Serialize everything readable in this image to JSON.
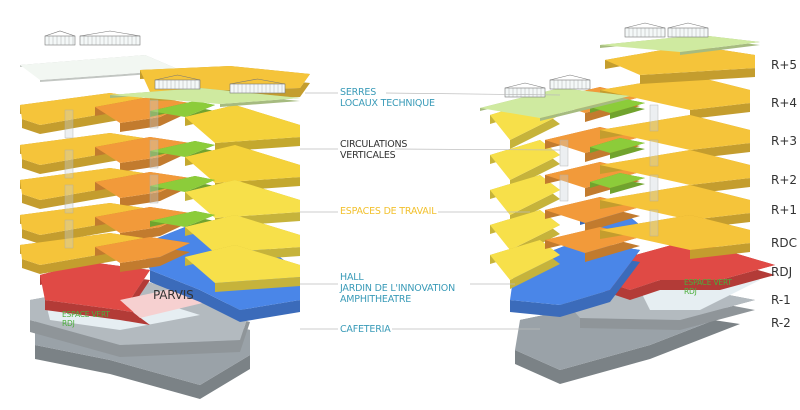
{
  "colors": {
    "travail": "#f5c43a",
    "circulation": "#f29a3a",
    "green": "#8ccc3a",
    "hall": "#4a86e8",
    "rdj": "#e04a45",
    "cafeteria": "#9aa2a8",
    "serres": "#cfeaa0"
  },
  "legend": {
    "serres": "SERRES",
    "locaux": "LOCAUX TECHNIQUE",
    "circulations": "CIRCULATIONS",
    "verticales": "VERTICALES",
    "espaces": "ESPACES DE TRAVAIL",
    "hall": "HALL",
    "jardin": "JARDIN DE L'INNOVATION",
    "amphi": "AMPHITHEATRE",
    "cafeteria": "CAFETERIA"
  },
  "left_annotations": {
    "parvis": "PARVIS",
    "espace_vert": "ESPACE VERT",
    "rdj": "RDJ"
  },
  "right_annotations": {
    "espace_vert": "ESPACE VERT",
    "rdj": "RDJ"
  },
  "levels": [
    "R+5",
    "R+4",
    "R+3",
    "R+2",
    "R+1",
    "RDC",
    "RDJ",
    "R-1",
    "R-2"
  ]
}
